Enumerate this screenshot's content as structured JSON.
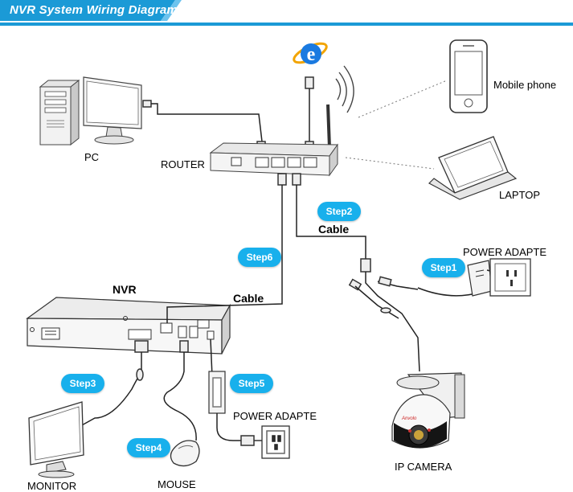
{
  "title": "NVR System Wiring Diagram",
  "colors": {
    "header": "#1b9ad6",
    "step": "#18b0ec",
    "cable": "#222222"
  },
  "devices": {
    "pc": "PC",
    "router": "ROUTER",
    "mobile": "Mobile phone",
    "laptop": "LAPTOP",
    "nvr": "NVR",
    "power_adapter_camera": "POWER ADAPTE",
    "power_adapter_nvr": "POWER ADAPTE",
    "ip_camera": "IP  CAMERA",
    "monitor": "MONITOR",
    "mouse": "MOUSE"
  },
  "cables": {
    "router_camera": "Cable",
    "nvr_router": "Cable"
  },
  "steps": [
    "Step1",
    "Step2",
    "Step3",
    "Step4",
    "Step5",
    "Step6"
  ],
  "icons": {
    "internet": "internet-explorer-icon"
  }
}
